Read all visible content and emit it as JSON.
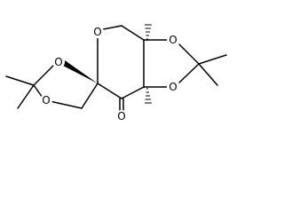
{
  "molecule": {
    "atoms": {
      "ring_oxygen": "O",
      "dioxolane_left_o1": "O",
      "dioxolane_left_o2": "O",
      "dioxolane_right_o1": "O",
      "dioxolane_right_o2": "O",
      "ketone_oxygen": "O"
    }
  },
  "colors": {
    "ink": "#000000",
    "background": "#ffffff"
  }
}
